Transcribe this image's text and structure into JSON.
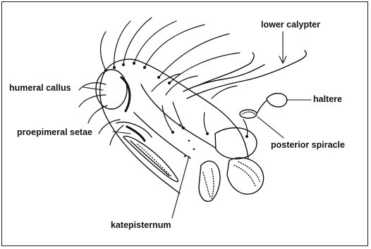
{
  "labels": {
    "lower_calypter": "lower calypter",
    "humeral_callus": "humeral callus",
    "haltere": "haltere",
    "proepimeral_setae": "proepimeral setae",
    "posterior_spiracle": "posterior spiracle",
    "katepisternum": "katepisternum"
  },
  "colors": {
    "ink": "#111111",
    "background": "#ffffff"
  }
}
